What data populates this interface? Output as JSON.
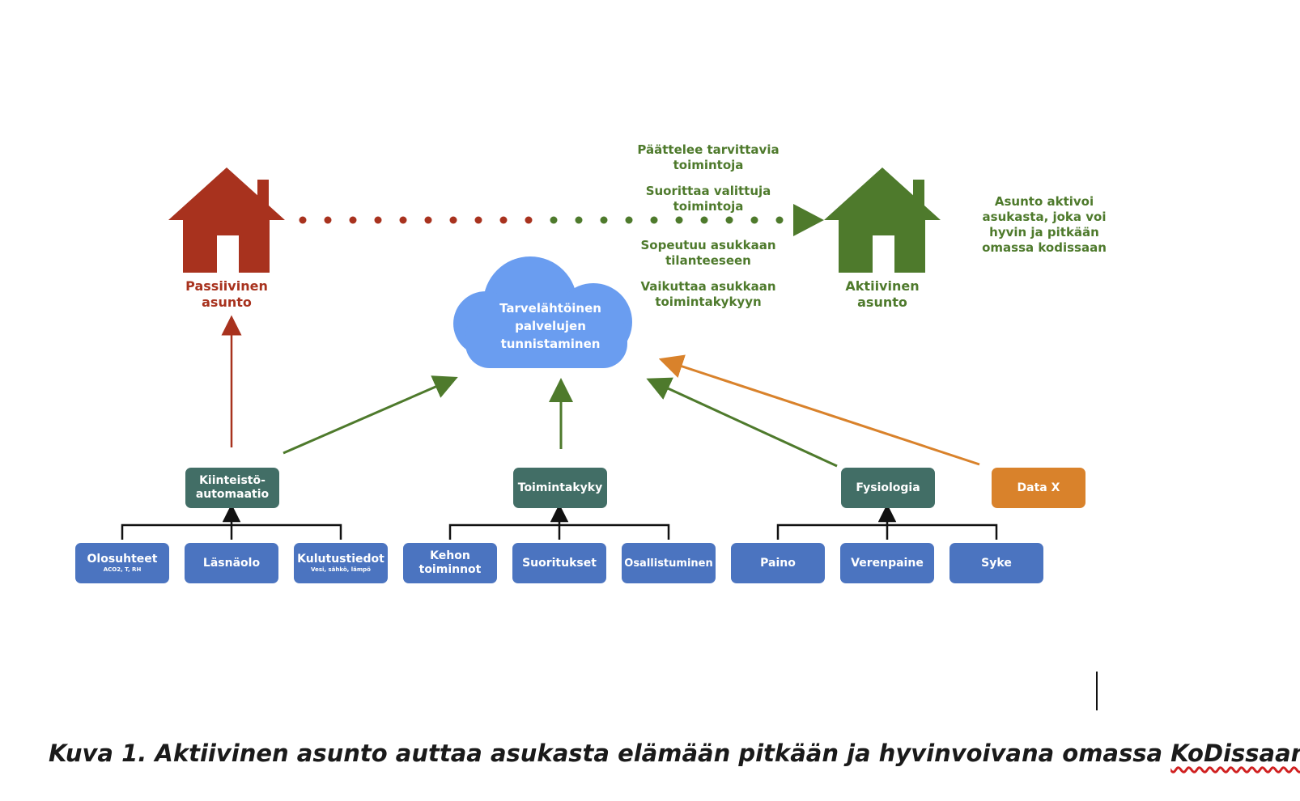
{
  "diagram": {
    "colors": {
      "passive_red": "#a8321e",
      "active_green": "#4e7a2c",
      "category_box": "#426e66",
      "leaf_box": "#4b74c0",
      "datax_box": "#d9822b",
      "cloud": "#6a9df0"
    },
    "passive_house": {
      "label": "Passiivinen\nasunto",
      "icon": "house-icon"
    },
    "active_house": {
      "label": "Aktiivinen\nasunto",
      "icon": "house-icon"
    },
    "active_description": "Asunto aktivoi\nasukasta, joka voi\nhyvin ja pitkään\nomassa kodissaan",
    "actions": [
      "Päättelee tarvittavia\ntoimintoja",
      "Suorittaa valittuja\ntoimintoja",
      "Sopeutuu asukkaan\ntilanteeseen",
      "Vaikuttaa asukkaan\ntoimintakykyyn"
    ],
    "cloud": {
      "label": "Tarvelähtöinen\npalvelujen\ntunnistaminen",
      "icon": "cloud-icon"
    },
    "categories": [
      {
        "label": "Kiinteistö-\nautomaatio",
        "children": [
          {
            "label": "Olosuhteet",
            "sub": "ACO2, T, RH"
          },
          {
            "label": "Läsnäolo",
            "sub": ""
          },
          {
            "label": "Kulutustiedot",
            "sub": "Vesi, sähkö, lämpö"
          }
        ]
      },
      {
        "label": "Toimintakyky",
        "children": [
          {
            "label": "Kehon\ntoiminnot",
            "sub": ""
          },
          {
            "label": "Suoritukset",
            "sub": ""
          },
          {
            "label": "Osallistuminen",
            "sub": ""
          }
        ]
      },
      {
        "label": "Fysiologia",
        "children": [
          {
            "label": "Paino",
            "sub": ""
          },
          {
            "label": "Verenpaine",
            "sub": ""
          },
          {
            "label": "Syke",
            "sub": ""
          }
        ]
      }
    ],
    "data_x": "Data X"
  },
  "caption": {
    "main": "Kuva 1. Aktiivinen asunto auttaa asukasta elämään pitkään ja hyvinvoivana omassa ",
    "underlined": "KoDissaan",
    "end": "."
  }
}
